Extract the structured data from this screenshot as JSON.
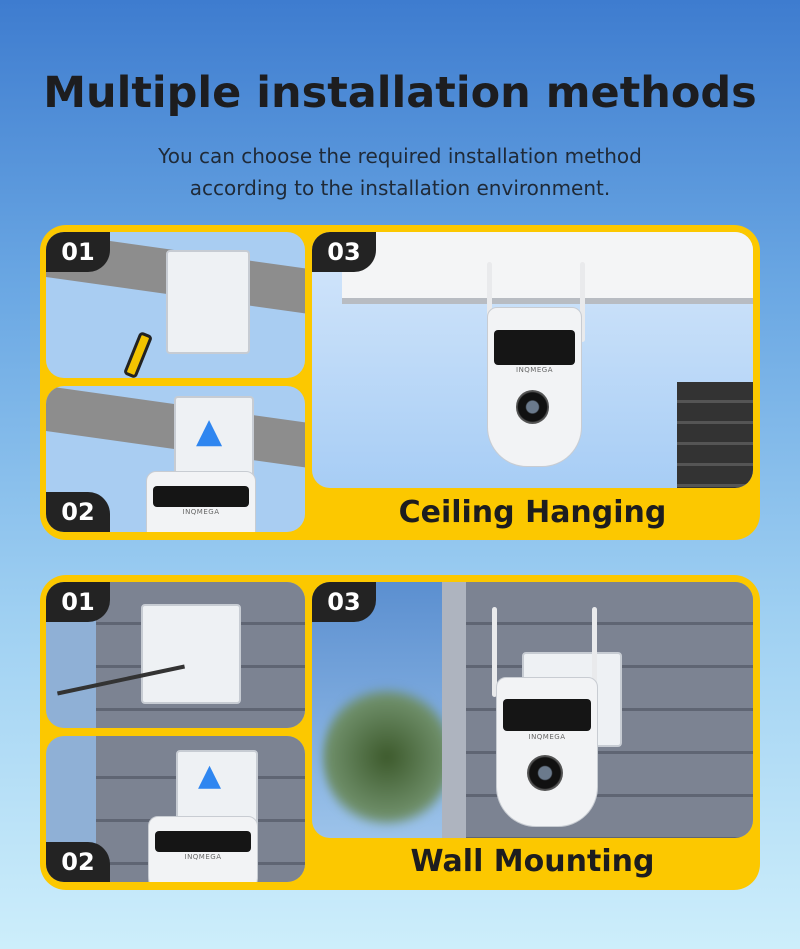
{
  "title": "Multiple installation methods",
  "subtitle": [
    "You can choose the required installation method",
    "according to the installation environment."
  ],
  "sections": [
    {
      "label": "Ceiling Hanging",
      "steps": [
        "01",
        "02",
        "03"
      ]
    },
    {
      "label": "Wall Mounting",
      "steps": [
        "01",
        "02",
        "03"
      ]
    }
  ],
  "colors": {
    "frame": "#fcc800",
    "badge": "#232323"
  },
  "brand": "INQMEGA"
}
